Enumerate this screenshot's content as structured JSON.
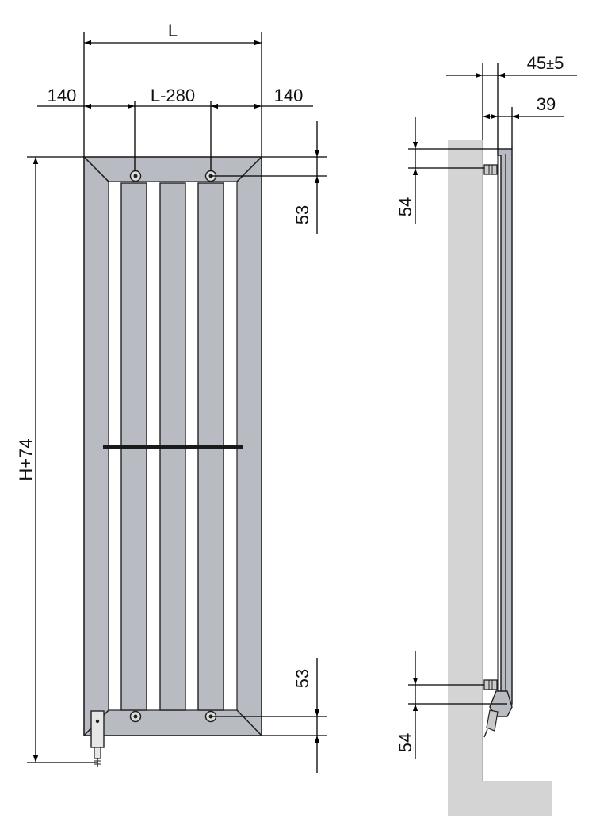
{
  "front_view": {
    "width_label": "L",
    "left_margin_label": "140",
    "center_span_label": "L-280",
    "right_margin_label": "140",
    "height_label": "H+74",
    "top_bracket_offset_label": "53",
    "bottom_bracket_offset_label": "53"
  },
  "side_view": {
    "wall_distance_label": "45",
    "tolerance_symbol": "±",
    "tolerance_value": "5",
    "depth_label": "39",
    "top_bracket_label": "54",
    "bottom_bracket_label": "54"
  },
  "colors": {
    "panel": "#b8bcc2",
    "wall": "#d4d4d4",
    "outline": "#222222",
    "background": "#ffffff"
  }
}
